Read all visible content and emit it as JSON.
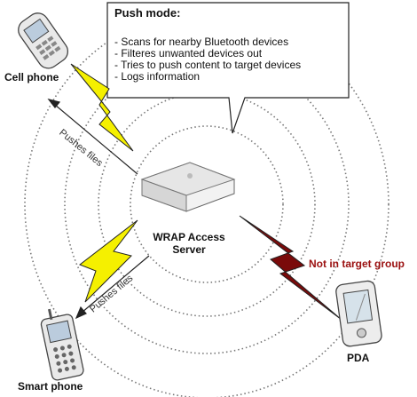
{
  "callout": {
    "title": "Push mode:",
    "items": [
      "- Scans for nearby Bluetooth devices",
      "- Filteres unwanted devices out",
      "- Tries to push content to target devices",
      "- Logs information"
    ]
  },
  "server": {
    "label_line1": "WRAP Access",
    "label_line2": "Server"
  },
  "devices": {
    "cell_phone": "Cell phone",
    "smart_phone": "Smart phone",
    "pda": "PDA"
  },
  "links": {
    "pushes_files_top": "Pushes files",
    "pushes_files_bottom": "Pushes files",
    "not_in_target_group": "Not in target group"
  },
  "colors": {
    "bolt_yellow": "#f5f000",
    "bolt_red": "#7a0a0a",
    "range_rings": "#777777"
  },
  "icons": [
    "cell-phone-icon",
    "smart-phone-icon",
    "pda-icon",
    "access-server-icon",
    "lightning-bolt-icon"
  ]
}
